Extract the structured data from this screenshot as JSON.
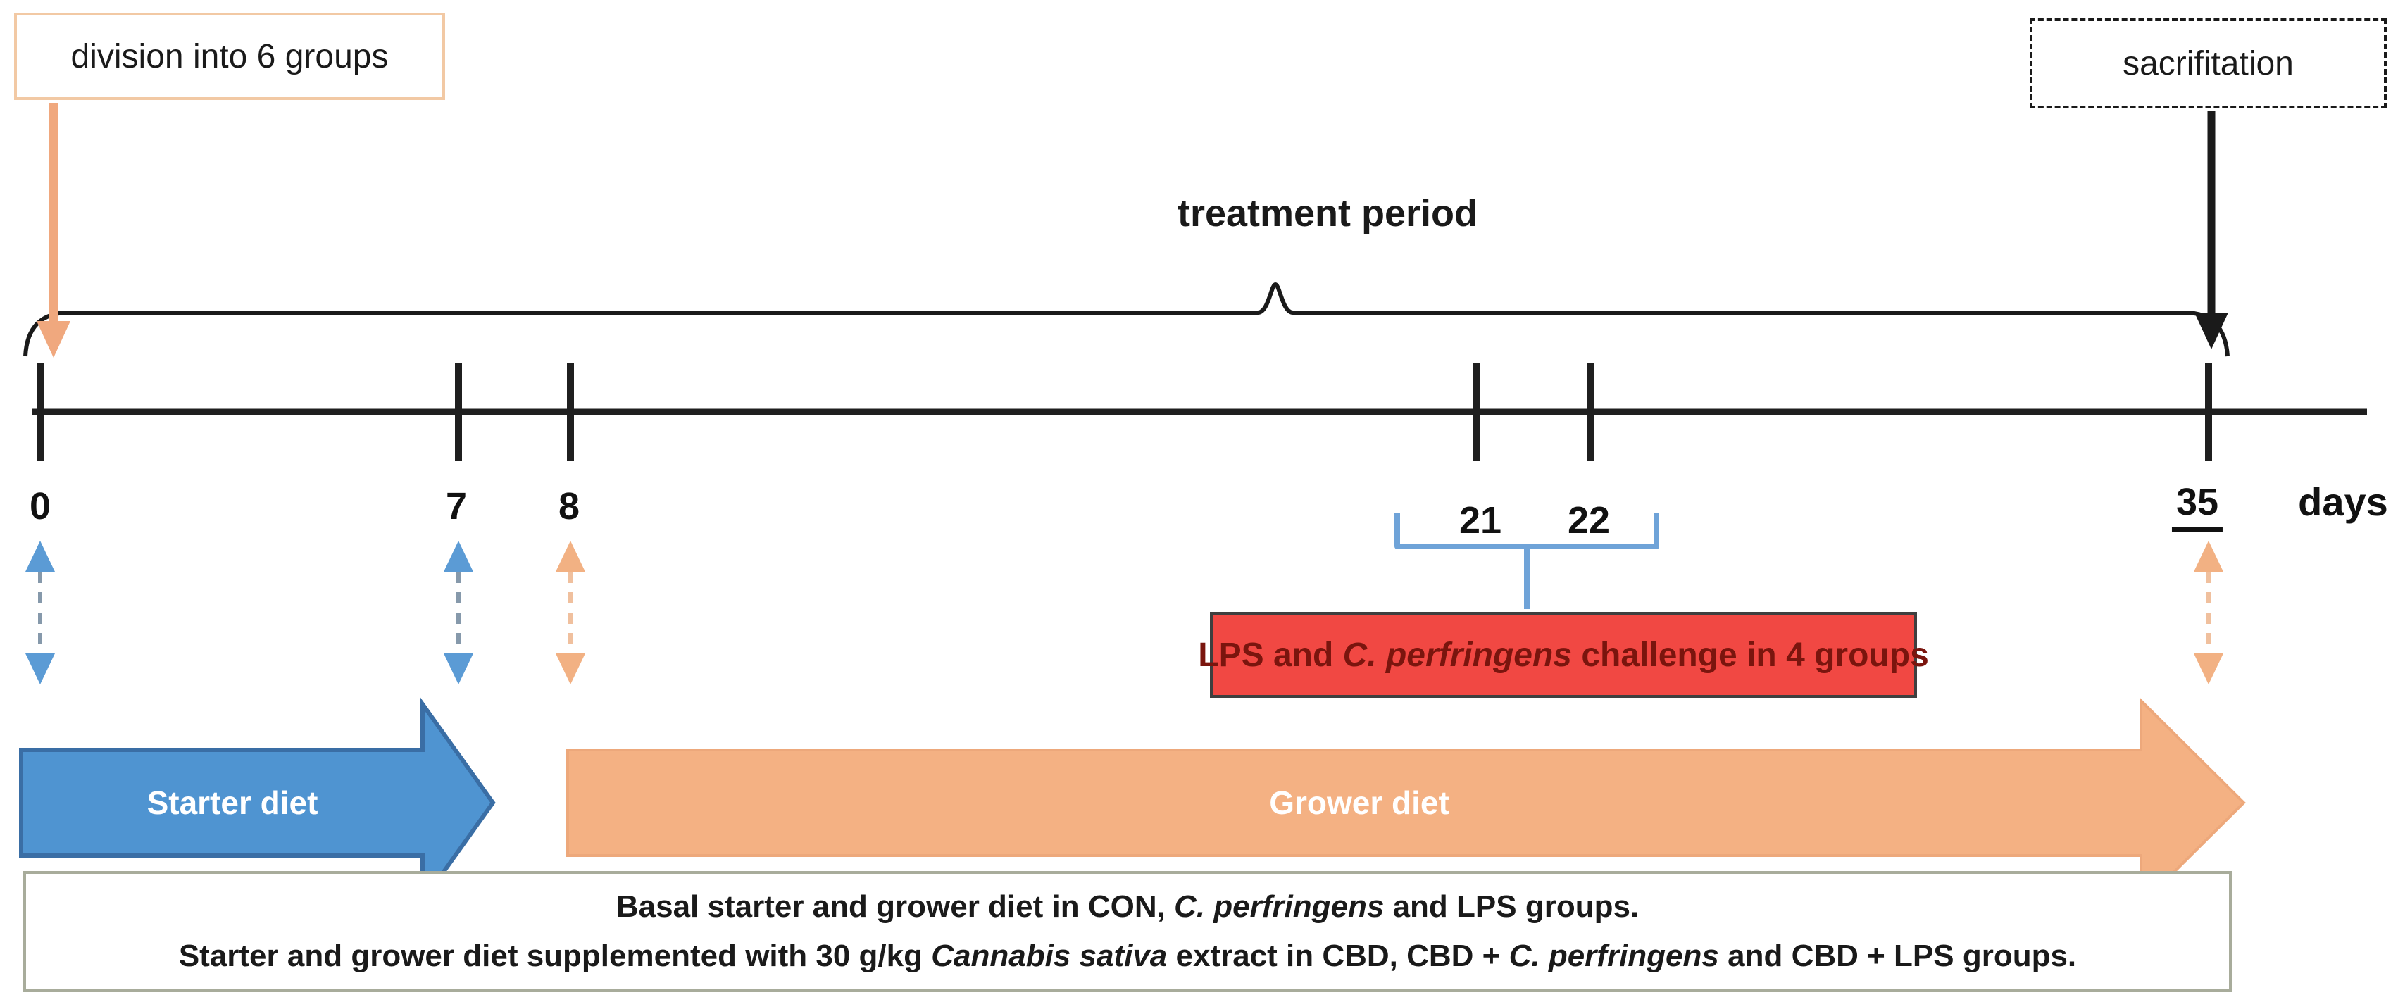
{
  "figure": {
    "type": "experimental timeline diagram",
    "background": "#ffffff"
  },
  "annotations": {
    "division_box": {
      "label": "division into 6 groups",
      "border_color": "#f2c9a4"
    },
    "sacrifice_box": {
      "label": "sacrifitation",
      "border_color": "#1a1a1a"
    },
    "treatment_period_label": "treatment period",
    "challenge_box": {
      "part1": "LPS and ",
      "italic1": "C. perfringens",
      "part2": " challenge in 4 groups",
      "fill_color": "#f14843",
      "border_color": "#3f3f3f",
      "text_color": "#7a150e"
    },
    "footnote_box": {
      "border_color": "#a8ac9b",
      "line1": {
        "part1": "Basal starter and grower diet in CON, ",
        "italic1": "C. perfringens",
        "part2": " and LPS groups."
      },
      "line2": {
        "part1": "Starter and grower diet supplemented with 30 g/kg ",
        "italic1": "Cannabis sativa",
        "part2": " extract in CBD, CBD + ",
        "italic2": "C. perfringens",
        "part3": " and CBD + LPS groups."
      }
    }
  },
  "timeline": {
    "days": [
      "0",
      "7",
      "8",
      "21",
      "22",
      "35"
    ],
    "days_unit": "days",
    "challenge_days": [
      "21",
      "22"
    ],
    "axis_color": "#1f1f1f"
  },
  "diet_arrows": {
    "starter": {
      "label": "Starter diet",
      "fill_color": "#4f94d1",
      "border_color": "#3a6ea5"
    },
    "grower": {
      "label": "Grower diet",
      "fill_color": "#f4b183",
      "border_color": "#eda87b"
    }
  },
  "markers": {
    "blue_dashed_arrow_color": "#5b9bd5",
    "blue_dashed_shaft_color": "#8699ab",
    "orange_dashed_arrow_color": "#f2b183",
    "orange_dashed_shaft_color": "#f0c09e",
    "division_connector_color": "#f0a87e",
    "sacrifice_connector_color": "#1a1a1a",
    "challenge_bracket_color": "#6fa3d8"
  }
}
